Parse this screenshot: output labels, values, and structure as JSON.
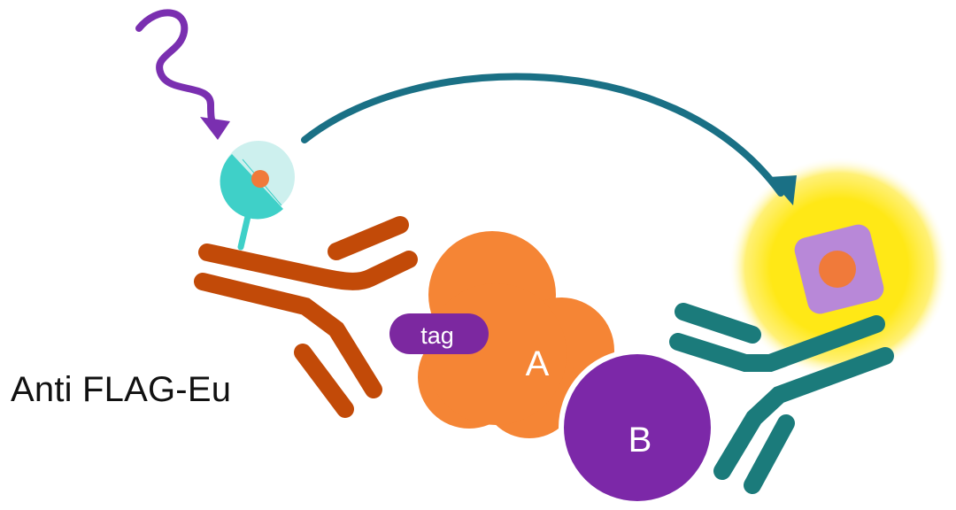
{
  "labels": {
    "antibody": "Anti FLAG-Eu",
    "tag": "tag",
    "protein_a": "A",
    "protein_b": "B"
  },
  "colors": {
    "excitation_arrow": "#7a2fb0",
    "energy_transfer_arrow": "#1a7085",
    "donor_antibody": "#c24a08",
    "donor_chelate_light": "#cdf0ee",
    "donor_chelate_dark": "#3fd0c8",
    "europium_core": "#f07a3a",
    "protein_a": "#f58535",
    "tag": "#7c28a0",
    "protein_b": "#7c28a8",
    "acceptor_antibody": "#1b7b7b",
    "acceptor_glow": "#ffe816",
    "acceptor_fluorophore": "#b888d8",
    "acceptor_core": "#f07a3a",
    "label_text": "#111111"
  }
}
